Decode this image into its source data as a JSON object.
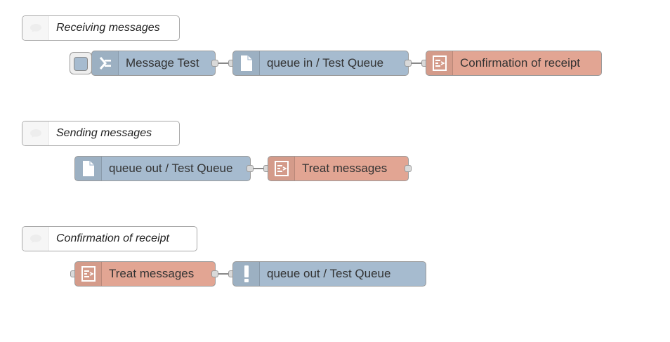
{
  "flows": [
    {
      "comment": "Receiving messages",
      "nodes": [
        {
          "label": "Message Test",
          "icon": "arrow-in-icon"
        },
        {
          "label": "queue in / Test Queue",
          "icon": "file-icon"
        },
        {
          "label": "Confirmation of receipt",
          "icon": "function-icon"
        }
      ]
    },
    {
      "comment": "Sending messages",
      "nodes": [
        {
          "label": "queue out / Test Queue",
          "icon": "file-icon"
        },
        {
          "label": "Treat messages",
          "icon": "function-icon"
        }
      ]
    },
    {
      "comment": "Confirmation of receipt",
      "nodes": [
        {
          "label": "Treat messages",
          "icon": "function-icon"
        },
        {
          "label": "queue out / Test Queue",
          "icon": "alert-icon"
        }
      ]
    }
  ],
  "colors": {
    "input_output_node": "#a6bbcf",
    "function_node": "#e2a593",
    "wire": "#888888"
  }
}
